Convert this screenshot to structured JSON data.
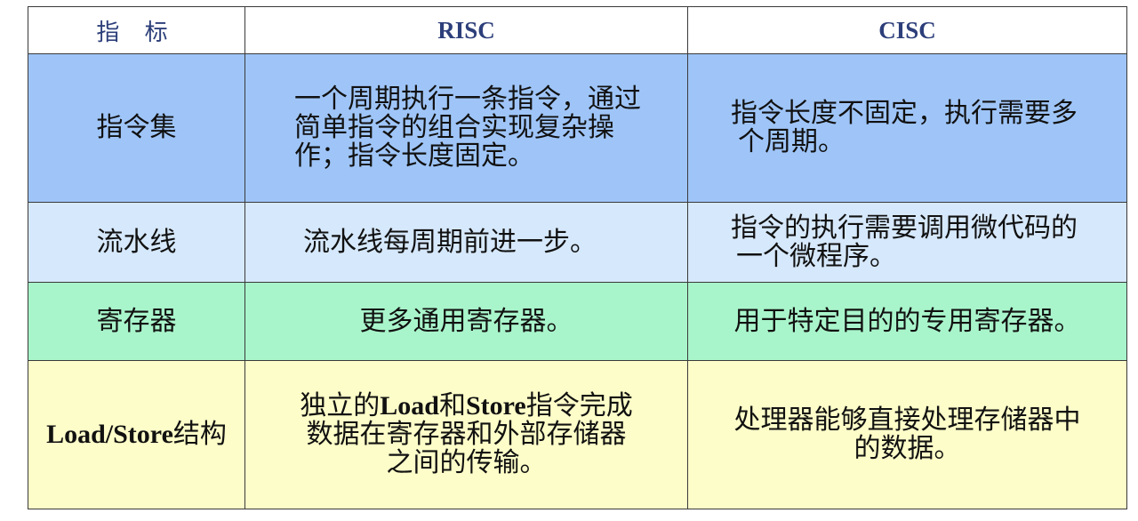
{
  "header": {
    "metric": "指 标",
    "risc": "RISC",
    "cisc": "CISC"
  },
  "rows": [
    {
      "metric": "指令集",
      "risc_lines": [
        "一个周期执行一条指令，通过",
        "简单指令的组合实现复杂操",
        "作；指令长度固定。"
      ],
      "cisc_lines": [
        "指令长度不固定，执行需要多",
        "个周期。"
      ]
    },
    {
      "metric": "流水线",
      "risc_lines": [
        "流水线每周期前进一步。"
      ],
      "cisc_lines": [
        "指令的执行需要调用微代码的",
        "一个微程序。"
      ]
    },
    {
      "metric": "寄存器",
      "risc_lines": [
        "更多通用寄存器。"
      ],
      "cisc_lines": [
        "用于特定目的的专用寄存器。"
      ]
    },
    {
      "metric_latin": "Load/Store",
      "metric_cjk": "结构",
      "risc_line1": {
        "cjk1": "独立的",
        "latin1": "Load",
        "cjk2": "和",
        "latin2": "Store",
        "cjk3": "指令完成"
      },
      "risc_lines": [
        "数据在寄存器和外部存储器",
        "之间的传输。"
      ],
      "cisc_lines": [
        "处理器能够直接处理存储器中",
        "的数据。"
      ]
    }
  ]
}
